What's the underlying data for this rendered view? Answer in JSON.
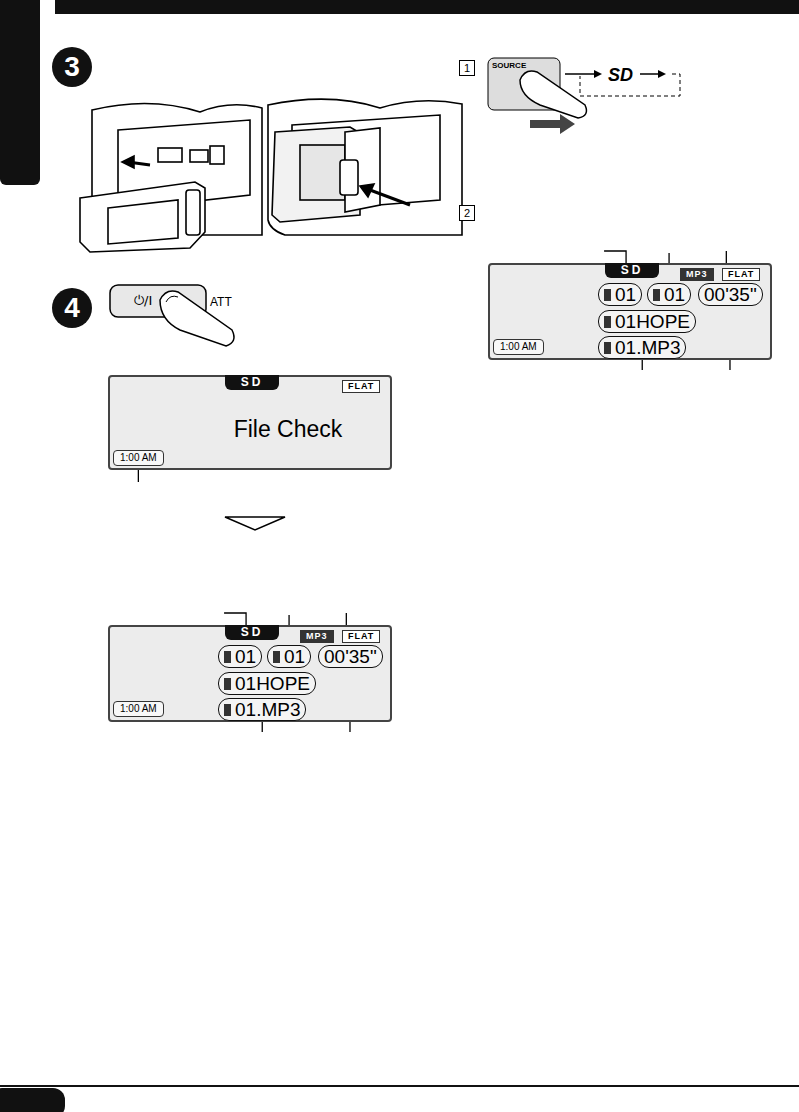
{
  "diagram": {
    "nodes": [
      {
        "text": [
          "SD",
          "FLAT",
          "File Check",
          "1:00 AM"
        ]
      },
      {
        "text": [
          "SD",
          "MP3",
          "FLAT",
          "01",
          "01",
          "00'35\"",
          "01HOPE",
          "01.MP3",
          "1:00 AM"
        ]
      },
      {
        "text": [
          "SD",
          "MP3",
          "FLAT",
          "01",
          "01",
          "00'35\"",
          "01HOPE",
          "01.MP3",
          "1:00 AM"
        ]
      }
    ],
    "labels": [
      "3",
      "4",
      "⏻/I",
      "ATT",
      "1",
      "SOURCE",
      "SD",
      "2"
    ]
  }
}
